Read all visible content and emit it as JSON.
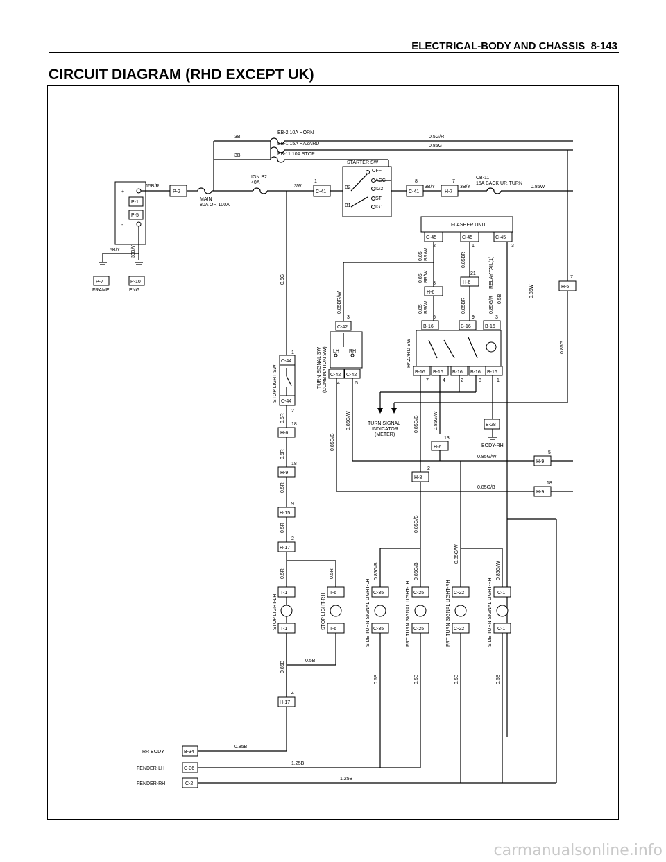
{
  "header": {
    "section": "ELECTRICAL-BODY AND CHASSIS",
    "page_number": "8-143"
  },
  "title": "CIRCUIT DIAGRAM (RHD EXCEPT UK)",
  "fuses": {
    "eb2": "EB-2 10A HORN",
    "eb1": "EB-1 15A HAZARD",
    "eb11": "EB-11 10A STOP",
    "ign_b2": "IGN B2",
    "ign_b2_rating": "40A",
    "main": "MAIN",
    "main_rating": "80A OR 100A",
    "cb11": "CB-11",
    "cb11_desc": "15A BACK UP, TURN"
  },
  "starter_switch": {
    "title": "STARTER SW",
    "positions": [
      "OFF",
      "ACC",
      "IG2",
      "ST",
      "IG1"
    ],
    "terminals": [
      "B2",
      "B1"
    ]
  },
  "flasher_unit": {
    "title": "FLASHER UNIT",
    "relay_label": "RELAY,TAIL(1)"
  },
  "components": {
    "hazard_sw": "HAZARD SW",
    "turn_signal_sw": "TURN SIGNAL SW",
    "turn_signal_sw_sub": "(COMBINATION SW)",
    "stop_light_sw": "STOP LIGHT SW",
    "turn_indicator_1": "TURN SIGNAL",
    "turn_indicator_2": "INDICATOR",
    "turn_indicator_3": "(METER)",
    "body_rh": "BODY-RH",
    "frame": "FRAME",
    "eng": "ENG.",
    "lh": "LH",
    "rh": "RH"
  },
  "lamps": [
    {
      "label": "STOP LIGHT-LH",
      "connector": "T-1"
    },
    {
      "label": "STOP LIGHT-RH",
      "connector": "T-6"
    },
    {
      "label": "SIDE TURN SIGNAL LIGHT-LH",
      "connector": "C-35"
    },
    {
      "label": "FRT TURN SIGNAL LIGHT-LH",
      "connector": "C-25"
    },
    {
      "label": "FRT TURN SIGNAL LIGHT-RH",
      "connector": "C-22"
    },
    {
      "label": "SIDE TURN SIGNAL LIGHT-RH",
      "connector": "C-1"
    }
  ],
  "grounds": [
    {
      "label": "RR BODY",
      "connector": "B-34",
      "wire": "0.85B"
    },
    {
      "label": "FENDER-LH",
      "connector": "C-36",
      "wire": "1.25B"
    },
    {
      "label": "FENDER-RH",
      "connector": "C-2",
      "wire": "1.25B"
    }
  ],
  "wires": {
    "w3b": "3B",
    "w05gr": "0.5G/R",
    "w085g": "0.85G",
    "w15br": "15B/R",
    "w3w": "3W",
    "w3by": "3B/Y",
    "w085w": "0.85W",
    "w5by": "5B/Y",
    "w30by": "30B/Y",
    "w05g": "0.5G",
    "w085brw": "0.85BR/W",
    "w085br": "0.85BR",
    "w085gr": "0.85G/R",
    "w05b": "0.5B",
    "w085gb": "0.85G/B",
    "w085gw": "0.85G/W",
    "w05r": "0.5R",
    "w085b": "0.85B",
    "w085": "0.85",
    "wbrw": "BR/W"
  },
  "connectors": {
    "p1": "P-1",
    "p2": "P-2",
    "p5": "P-5",
    "p7": "P-7",
    "p10": "P-10",
    "c41": "C-41",
    "h7": "H-7",
    "c45": "C-45",
    "h6": "H-6",
    "c42": "C-42",
    "b16": "B-16",
    "c44": "C-44",
    "b28": "B-28",
    "h8": "H-8",
    "h9": "H-9",
    "h15": "H-15",
    "h17": "H-17"
  },
  "pins": [
    "1",
    "2",
    "3",
    "4",
    "5",
    "6",
    "7",
    "8",
    "9",
    "13",
    "18",
    "21",
    "+",
    "-"
  ],
  "watermark": "carmanualsonline.info"
}
